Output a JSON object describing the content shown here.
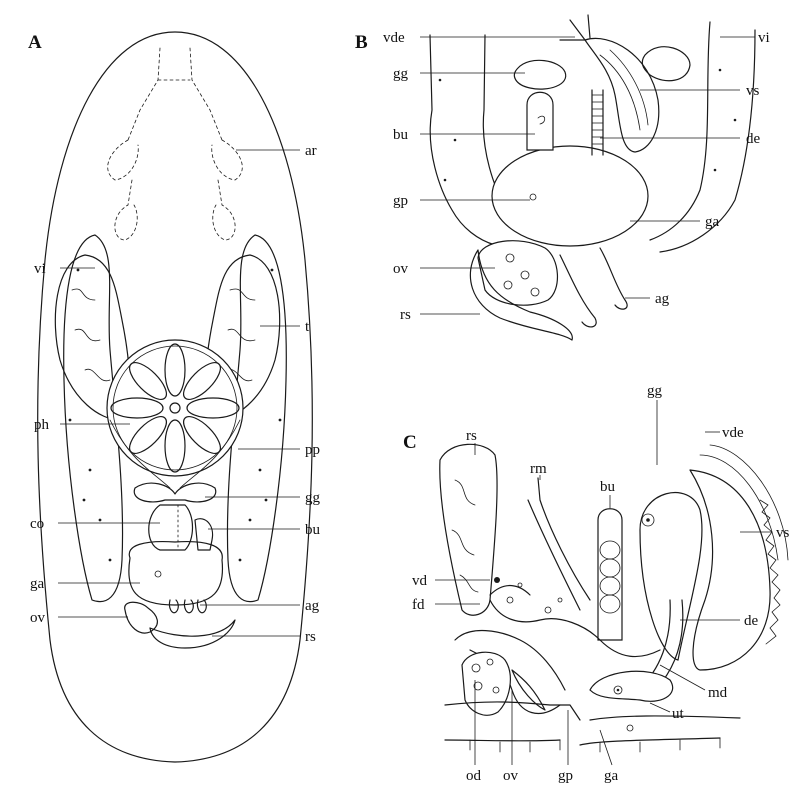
{
  "panels": {
    "A": {
      "letter": "A",
      "labels": {
        "ar": "ar",
        "vi": "vi",
        "t": "t",
        "ph": "ph",
        "pp": "pp",
        "gg": "gg",
        "co": "co",
        "bu": "bu",
        "ga": "ga",
        "ag": "ag",
        "ov": "ov",
        "rs": "rs"
      }
    },
    "B": {
      "letter": "B",
      "labels": {
        "vde": "vde",
        "gg": "gg",
        "bu": "bu",
        "gp": "gp",
        "ov": "ov",
        "rs": "rs",
        "vi": "vi",
        "vs": "vs",
        "de": "de",
        "ga": "ga",
        "ag": "ag"
      }
    },
    "C": {
      "letter": "C",
      "labels": {
        "rs": "rs",
        "rm": "rm",
        "bu": "bu",
        "gg": "gg",
        "vde": "vde",
        "vs": "vs",
        "vd": "vd",
        "fd": "fd",
        "de": "de",
        "md": "md",
        "ut": "ut",
        "od": "od",
        "ov": "ov",
        "gp": "gp",
        "ga": "ga"
      }
    }
  },
  "colors": {
    "ink": "#1a1a1a",
    "background": "#ffffff"
  }
}
